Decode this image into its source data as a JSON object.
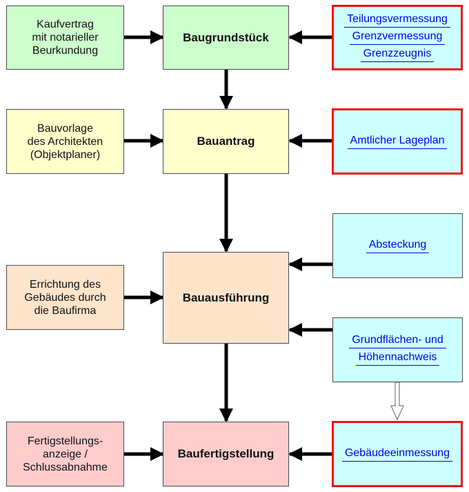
{
  "diagram": {
    "left_column": [
      {
        "id": "kaufvertrag",
        "lines": [
          "Kaufvertrag",
          "mit notarieller",
          "Beurkundung"
        ],
        "color": "#ccffcc"
      },
      {
        "id": "bauvorlage",
        "lines": [
          "Bauvorlage",
          "des Architekten",
          "(Objektplaner)"
        ],
        "color": "#ffffcc"
      },
      {
        "id": "errichtung",
        "lines": [
          "Errichtung des",
          "Gebäudes durch",
          "die Baufirma"
        ],
        "color": "#ffe4cc"
      },
      {
        "id": "fertigstellungsanzeige",
        "lines": [
          "Fertigstellungs-",
          "anzeige /",
          "Schlussabnahme"
        ],
        "color": "#ffcccc"
      }
    ],
    "center_column": [
      {
        "id": "baugrundstueck",
        "label": "Baugrundstück",
        "color": "#ccffcc"
      },
      {
        "id": "bauantrag",
        "label": "Bauantrag",
        "color": "#ffffcc"
      },
      {
        "id": "bauausfuehrung",
        "label": "Bauausführung",
        "color": "#ffe4cc"
      },
      {
        "id": "baufertigstellung",
        "label": "Baufertigstellung",
        "color": "#ffcccc"
      }
    ],
    "right_column": [
      {
        "id": "vermessung",
        "links": [
          "Teilungsvermessung",
          "Grenzvermessung",
          "Grenzzeugnis"
        ],
        "highlighted": true
      },
      {
        "id": "lageplan",
        "links": [
          "Amtlicher Lageplan"
        ],
        "highlighted": true
      },
      {
        "id": "absteckung",
        "links": [
          "Absteckung"
        ],
        "highlighted": false
      },
      {
        "id": "nachweis",
        "links": [
          "Grundflächen- und",
          "Höhennachweis"
        ],
        "highlighted": false
      },
      {
        "id": "gebaeudeeinmessung",
        "links": [
          "Gebäudeeinmessung"
        ],
        "highlighted": true
      }
    ],
    "connections": [
      {
        "from": "kaufvertrag",
        "to": "baugrundstueck",
        "style": "solid"
      },
      {
        "from": "vermessung",
        "to": "baugrundstueck",
        "style": "solid"
      },
      {
        "from": "baugrundstueck",
        "to": "bauantrag",
        "style": "solid"
      },
      {
        "from": "bauvorlage",
        "to": "bauantrag",
        "style": "solid"
      },
      {
        "from": "lageplan",
        "to": "bauantrag",
        "style": "solid"
      },
      {
        "from": "bauantrag",
        "to": "bauausfuehrung",
        "style": "solid"
      },
      {
        "from": "errichtung",
        "to": "bauausfuehrung",
        "style": "solid"
      },
      {
        "from": "absteckung",
        "to": "bauausfuehrung",
        "style": "solid"
      },
      {
        "from": "nachweis",
        "to": "bauausfuehrung",
        "style": "solid"
      },
      {
        "from": "bauausfuehrung",
        "to": "baufertigstellung",
        "style": "solid"
      },
      {
        "from": "fertigstellungsanzeige",
        "to": "baufertigstellung",
        "style": "solid"
      },
      {
        "from": "gebaeudeeinmessung",
        "to": "baufertigstellung",
        "style": "solid"
      },
      {
        "from": "nachweis",
        "to": "gebaeudeeinmessung",
        "style": "hollow"
      }
    ],
    "colors": {
      "link": "#0000ee",
      "highlight_border": "#ee1111",
      "info_box": "#ccffff"
    }
  }
}
